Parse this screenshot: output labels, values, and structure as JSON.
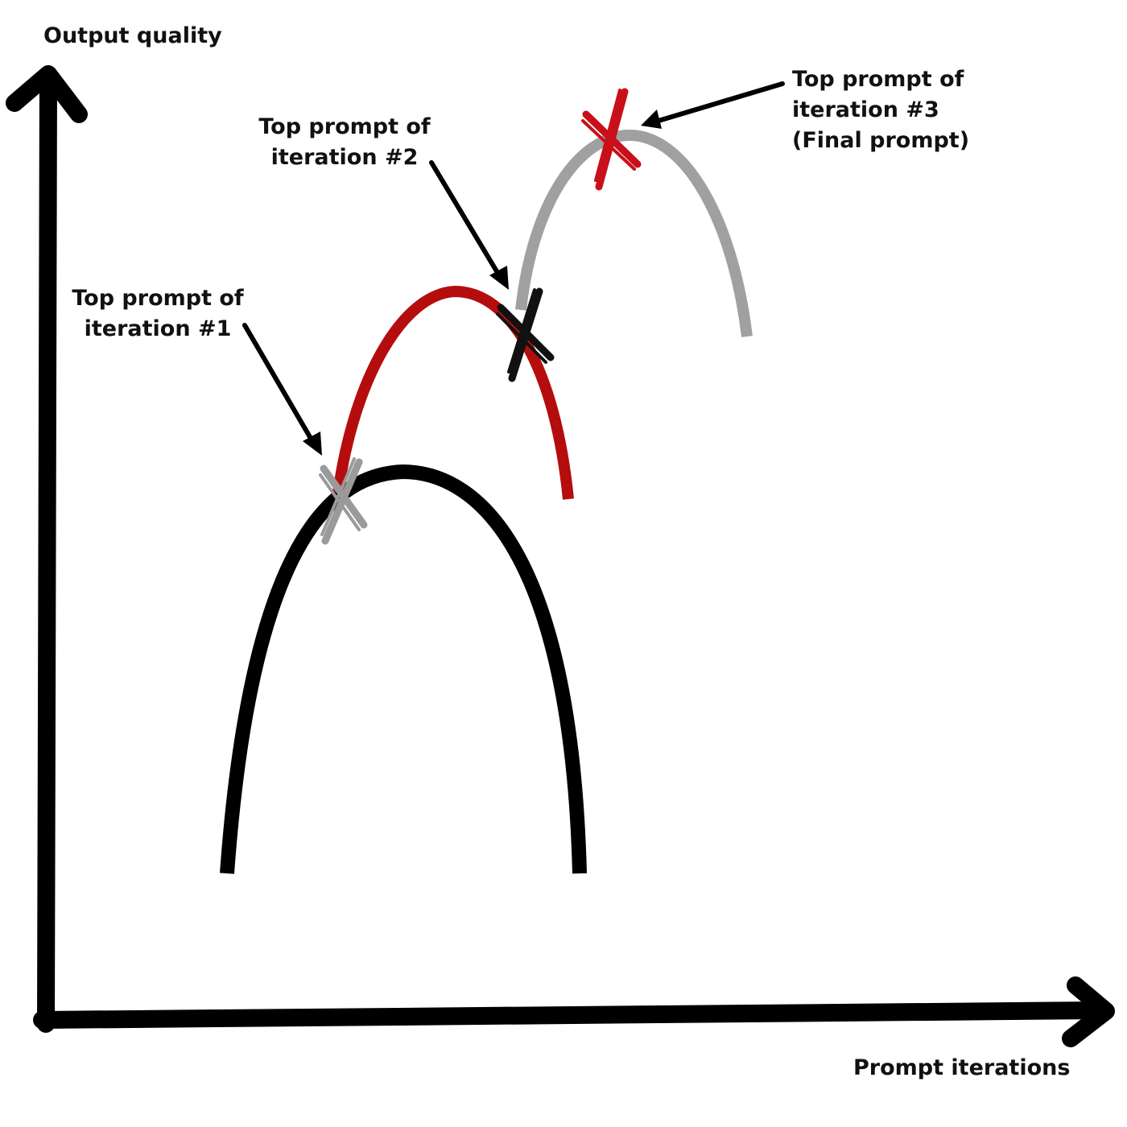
{
  "axes": {
    "y_label": "Output quality",
    "x_label": "Prompt iterations"
  },
  "annotations": {
    "iteration_1": [
      "Top prompt of",
      "iteration #1"
    ],
    "iteration_2": [
      "Top prompt of",
      "iteration #2"
    ],
    "iteration_3": [
      "Top prompt of",
      "iteration #3",
      "(Final prompt)"
    ]
  },
  "colors": {
    "axis": "#000000",
    "curve_1": "#000000",
    "curve_2": "#b50d0d",
    "curve_3": "#a0a0a0",
    "marker_1": "#9a9a9a",
    "marker_2": "#111111",
    "marker_3": "#c8101a"
  }
}
